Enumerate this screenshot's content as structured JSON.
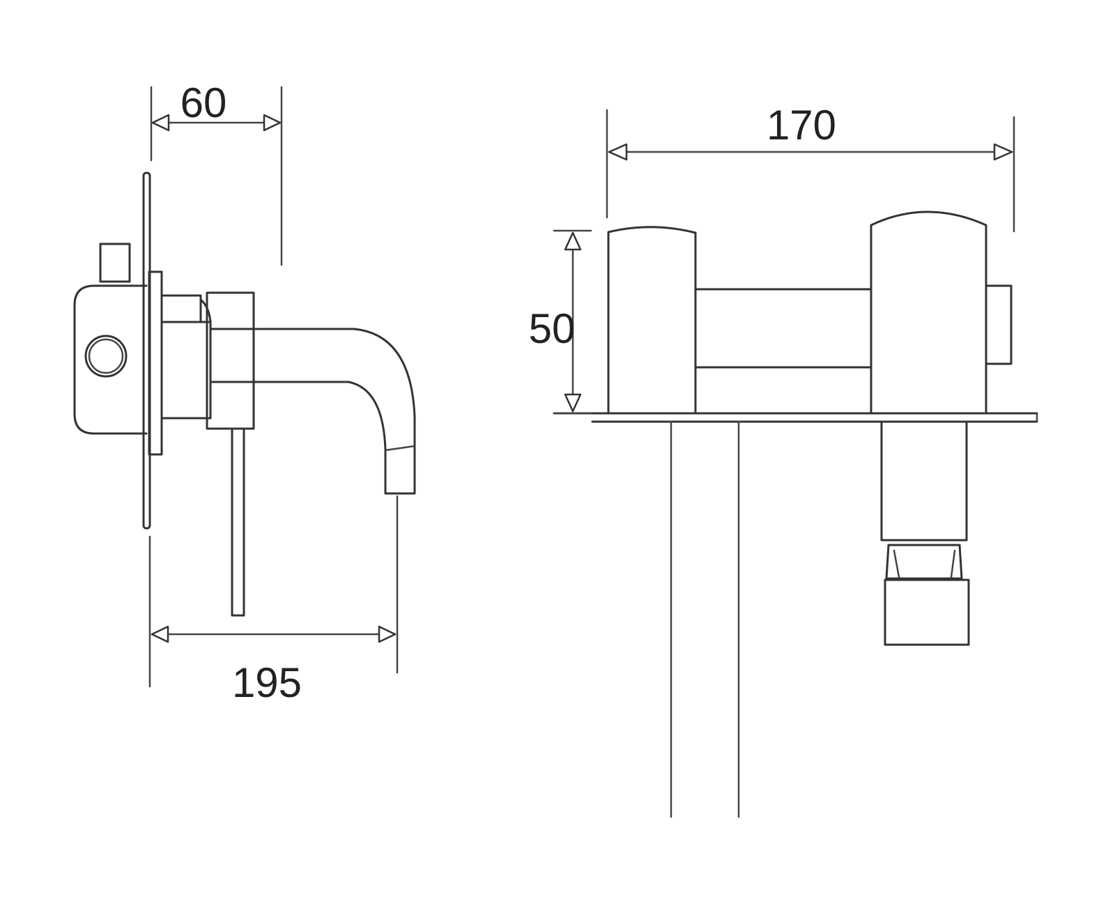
{
  "dimensions": {
    "top_depth": "60",
    "projection": "195",
    "centers": "170",
    "height": "50"
  },
  "colors": {
    "line": "#333333",
    "background": "#ffffff"
  }
}
